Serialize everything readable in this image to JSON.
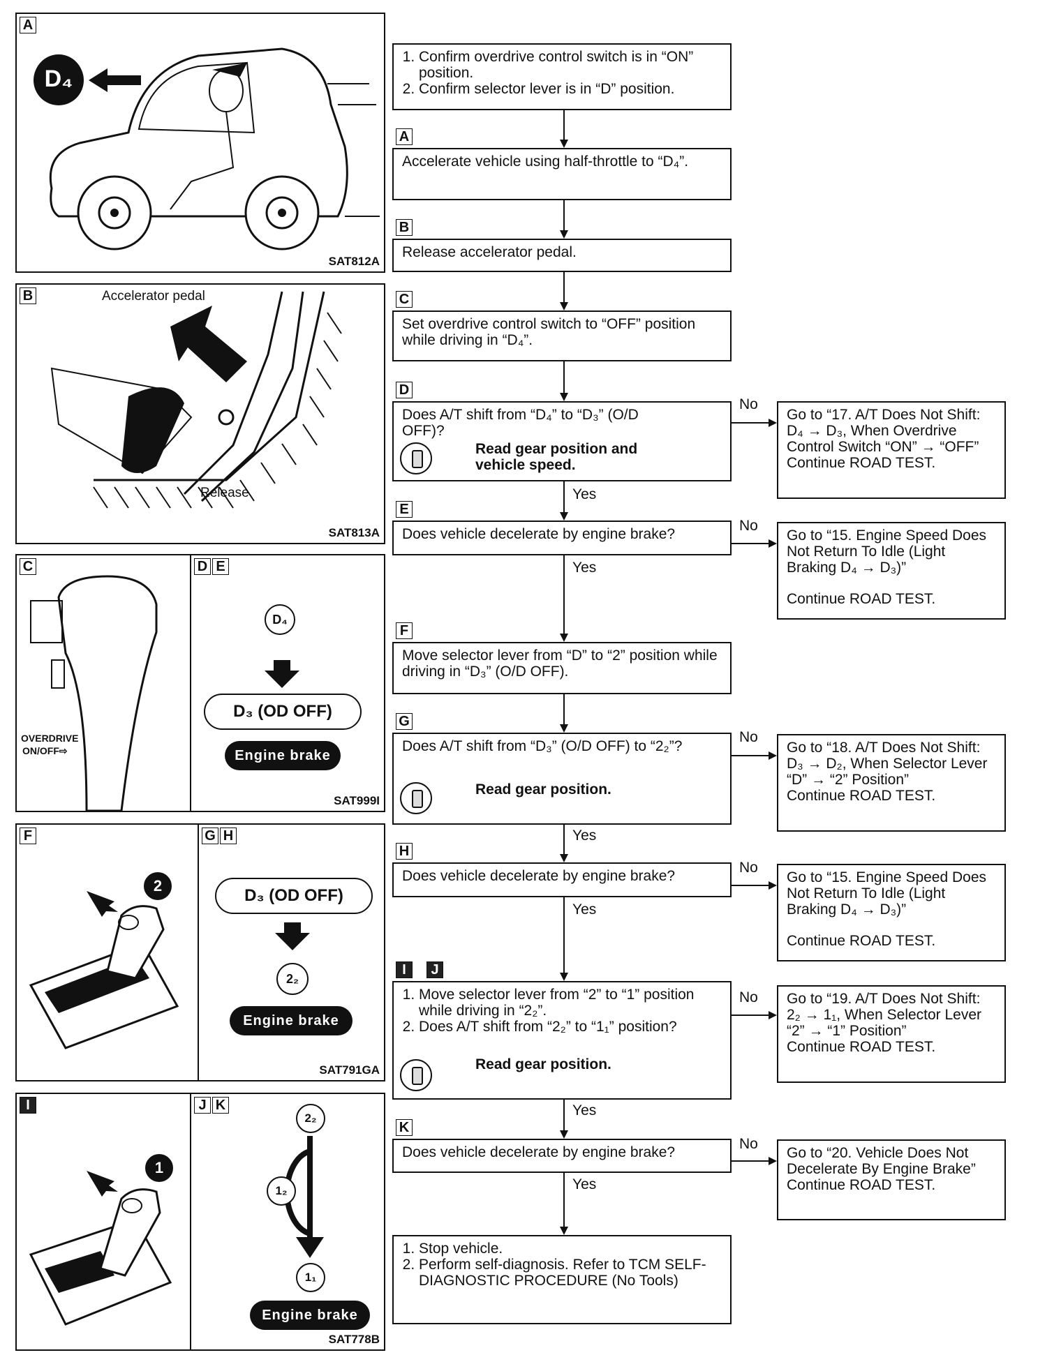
{
  "panels": {
    "a": {
      "tag": "A",
      "code": "SAT812A",
      "badge": "D₄"
    },
    "b": {
      "tag": "B",
      "code": "SAT813A",
      "accel_label": "Accelerator pedal",
      "release_label": "Release"
    },
    "c": {
      "tag": "C",
      "switch_label_1": "OVERDRIVE",
      "switch_label_2": "ON/OFF⇨"
    },
    "de": {
      "tag1": "D",
      "tag2": "E",
      "code": "SAT999I",
      "gear_start": "D₄",
      "gear_end": "D₃ (OD OFF)",
      "engine_brake": "Engine brake"
    },
    "f": {
      "tag": "F",
      "gear_num": "2"
    },
    "gh": {
      "tag1": "G",
      "tag2": "H",
      "code": "SAT791GA",
      "gear_start": "D₃ (OD OFF)",
      "gear_end": "2₂",
      "engine_brake": "Engine brake"
    },
    "i": {
      "tag": "I",
      "gear_num": "1"
    },
    "jk": {
      "tag1": "J",
      "tag2": "K",
      "code": "SAT778B",
      "gear_top": "2₂",
      "gear_mid": "1₂",
      "gear_bottom": "1₁",
      "engine_brake": "Engine brake"
    }
  },
  "flow": {
    "start": {
      "items": [
        "Confirm overdrive control switch is in “ON” position.",
        "Confirm selector lever is in “D” position."
      ]
    },
    "tags": {
      "a": "A",
      "b": "B",
      "c": "C",
      "d": "D",
      "e": "E",
      "f": "F",
      "g": "G",
      "h": "H",
      "i": "I",
      "j": "J",
      "k": "K"
    },
    "step_a": "Accelerate vehicle using half-throttle to “D₄”.",
    "step_b": "Release accelerator pedal.",
    "step_c": "Set overdrive control switch to “OFF” position while driving in “D₄”.",
    "step_d": {
      "question": "Does A/T shift from “D₄” to “D₃” (O/D OFF)?",
      "note": "Read gear position and vehicle speed."
    },
    "step_e": "Does vehicle decelerate by engine brake?",
    "step_f": "Move selector lever from “D” to “2” position while driving in “D₃” (O/D OFF).",
    "step_g": {
      "question": "Does A/T shift from “D₃” (O/D OFF) to “2₂”?",
      "note": "Read gear position."
    },
    "step_h": "Does vehicle decelerate by engine brake?",
    "step_ij": {
      "items": [
        "Move selector lever from “2” to “1” position while driving in “2₂”.",
        "Does A/T shift from “2₂” to “1₁” position?"
      ],
      "note": "Read gear position."
    },
    "step_k": "Does vehicle decelerate by engine brake?",
    "end": {
      "items": [
        "Stop vehicle.",
        "Perform self-diagnosis. Refer to TCM SELF-DIAGNOSTIC PROCEDURE (No Tools)"
      ]
    },
    "yes": "Yes",
    "no": "No",
    "results": {
      "r17": {
        "line": "Go to “17. A/T Does Not Shift: D₄ → D₃, When Overdrive Control Switch “ON” → “OFF”",
        "cont": "Continue ROAD TEST."
      },
      "r15a": {
        "line": "Go to “15. Engine Speed Does Not Return To Idle (Light Braking D₄ → D₃)”",
        "cont": "Continue ROAD TEST."
      },
      "r18": {
        "line": "Go to “18. A/T Does Not Shift: D₃ → D₂, When Selector Lever “D” → “2” Position”",
        "cont": "Continue ROAD TEST."
      },
      "r15b": {
        "line": "Go to “15. Engine Speed Does Not Return To Idle (Light Braking D₄ → D₃)”",
        "cont": "Continue ROAD TEST."
      },
      "r19": {
        "line": "Go to “19. A/T Does Not Shift: 2₂ → 1₁, When Selector Lever “2” → “1” Position”",
        "cont": "Continue ROAD TEST."
      },
      "r20": {
        "line": "Go to “20. Vehicle Does Not Decelerate By Engine Brake”",
        "cont": "Continue ROAD TEST."
      }
    }
  }
}
